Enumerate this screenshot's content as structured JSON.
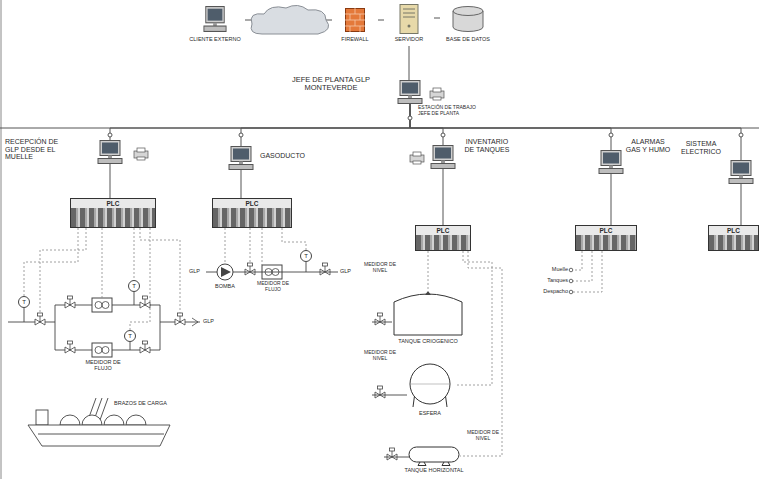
{
  "diagram": {
    "nodes": [
      {
        "text": [
          "CLIENTE EXTERNO"
        ]
      },
      {
        "text": [
          "FIREWALL"
        ]
      },
      {
        "text": [
          "SERVIDOR"
        ]
      },
      {
        "text": [
          "BASE DE DATOS"
        ]
      },
      {
        "text": [
          "JEFE DE PLANTA GLP MONTEVERDE",
          "ESTACIÓN DE TRABAJO JEFE DE PLANTA"
        ]
      },
      {
        "text": [
          "RECEPCIÓN DE GLP DESDE EL MUELLE"
        ]
      },
      {
        "text": [
          "GASODUCTO"
        ]
      },
      {
        "text": [
          "INVENTARIO DE TANQUES"
        ]
      },
      {
        "text": [
          "ALARMAS GAS Y HUMO"
        ]
      },
      {
        "text": [
          "SISTEMA ELECTRICO"
        ]
      },
      {
        "text": [
          "PLC"
        ]
      },
      {
        "text": [
          "PLC"
        ]
      },
      {
        "text": [
          "PLC"
        ]
      },
      {
        "text": [
          "PLC"
        ]
      },
      {
        "text": [
          "PLC"
        ]
      },
      {
        "text": [
          "TANQUE CRIOGENICO"
        ]
      },
      {
        "text": [
          "ESFERA"
        ]
      },
      {
        "text": [
          "TANQUE HORIZONTAL"
        ]
      },
      {
        "text": [
          "T"
        ]
      },
      {
        "text": [
          "T"
        ]
      },
      {
        "text": [
          "T"
        ]
      },
      {
        "text": [
          "T"
        ]
      }
    ],
    "edges": [
      {
        "from": 0,
        "to": 1,
        "arrow": "none"
      },
      {
        "from": 1,
        "to": 2,
        "arrow": "none"
      },
      {
        "from": 2,
        "to": 3,
        "arrow": "none"
      },
      {
        "from": 2,
        "to": 4,
        "arrow": "none"
      },
      {
        "from": 4,
        "to": 5,
        "arrow": "none"
      },
      {
        "from": 4,
        "to": 6,
        "arrow": "none"
      },
      {
        "from": 4,
        "to": 7,
        "arrow": "none"
      },
      {
        "from": 4,
        "to": 8,
        "arrow": "none"
      },
      {
        "from": 4,
        "to": 9,
        "arrow": "none"
      },
      {
        "from": 5,
        "to": 10,
        "arrow": "none"
      },
      {
        "from": 6,
        "to": 11,
        "arrow": "none"
      },
      {
        "from": 7,
        "to": 12,
        "arrow": "none"
      },
      {
        "from": 8,
        "to": 13,
        "arrow": "none"
      },
      {
        "from": 9,
        "to": 14,
        "arrow": "none"
      },
      {
        "from": 10,
        "to": 18,
        "arrow": "none"
      },
      {
        "from": 10,
        "to": 19,
        "arrow": "none"
      },
      {
        "from": 10,
        "to": 20,
        "arrow": "none"
      },
      {
        "from": 11,
        "to": 21,
        "arrow": "none"
      },
      {
        "from": 12,
        "to": 15,
        "arrow": "none"
      },
      {
        "from": 12,
        "to": 16,
        "arrow": "none"
      },
      {
        "from": 12,
        "to": 17,
        "arrow": "none"
      }
    ],
    "labels": [
      "MEDIDOR DE FLUJO",
      "GLP",
      "BRAZOS DE CARGA",
      "GLP",
      "BOMBA",
      "MEDIDOR DE FLUJO",
      "GLP",
      "MEDIDOR DE NIVEL",
      "MEDIDOR DE NIVEL",
      "MEDIDOR DE NIVEL",
      "Muelle",
      "Tanques",
      "Despacho"
    ]
  }
}
